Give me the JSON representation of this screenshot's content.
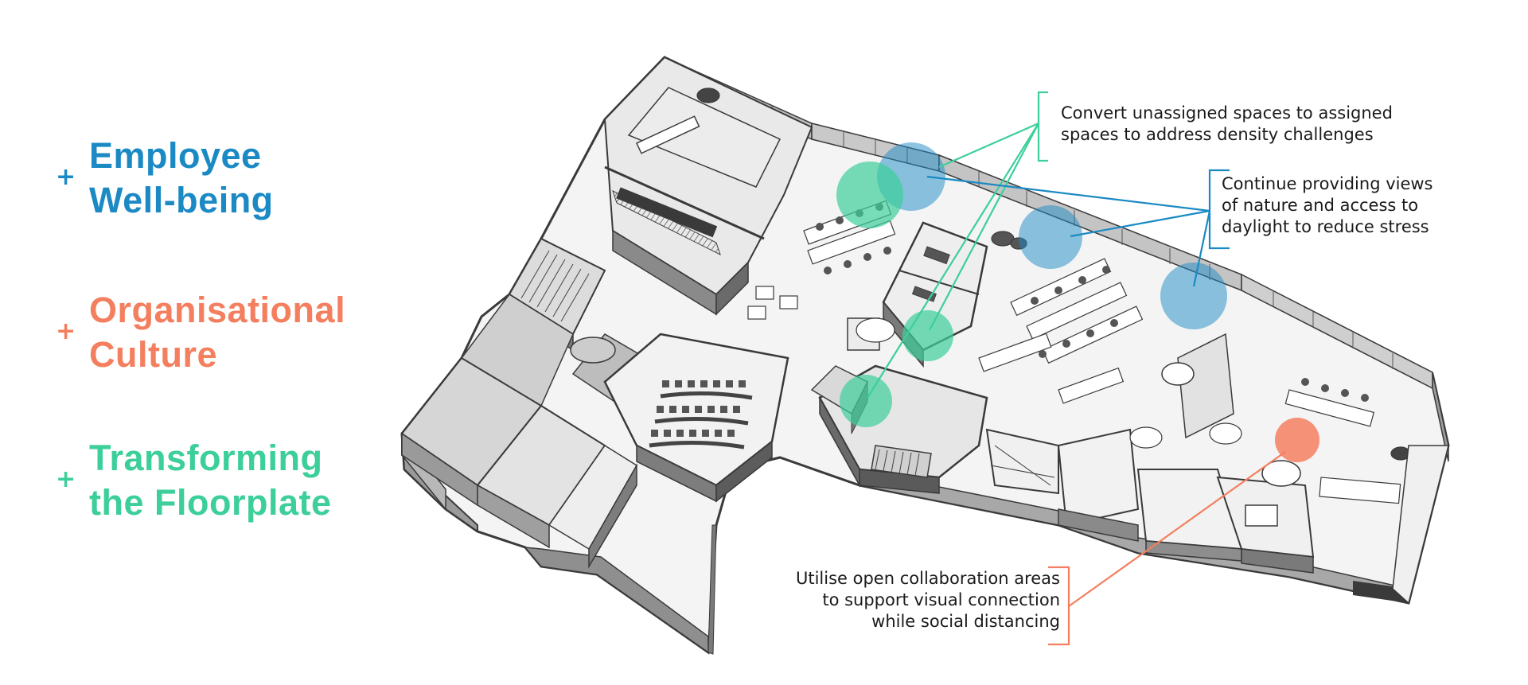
{
  "legend": [
    {
      "id": "wellbeing",
      "plus": "+",
      "lines": [
        "Employee",
        "Well-being"
      ],
      "color": "#1b8ac4"
    },
    {
      "id": "culture",
      "plus": "+",
      "lines": [
        "Organisational",
        "Culture"
      ],
      "color": "#f47f5f"
    },
    {
      "id": "floorplate",
      "plus": "+",
      "lines": [
        "Transforming",
        "the Floorplate"
      ],
      "color": "#3ccf9a"
    }
  ],
  "callouts": {
    "assigned": {
      "lines": [
        "Convert unassigned spaces to assigned",
        "spaces to address density challenges"
      ],
      "color": "#3ccf9a"
    },
    "nature": {
      "lines": [
        "Continue providing views",
        "of nature and access to",
        "daylight to reduce stress"
      ],
      "color": "#1b8ac4"
    },
    "collab": {
      "lines": [
        "Utilise open collaboration areas",
        "to support visual connection",
        "while social distancing"
      ],
      "color": "#f47f5f"
    }
  },
  "colors": {
    "wall": "#5a5a5a",
    "floor": "#f4f4f4",
    "floor_shade": "#d8d8d8",
    "wall_face": "#9a9a9a",
    "dark_wall": "#3a3a3a"
  }
}
